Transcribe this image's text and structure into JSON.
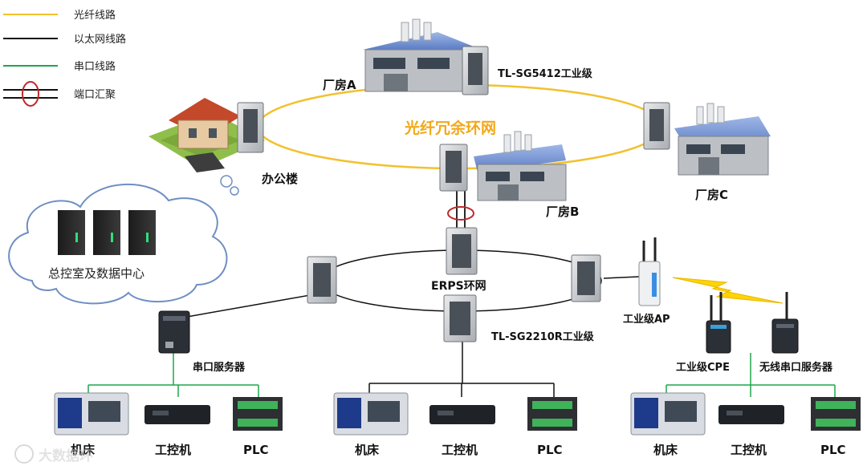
{
  "legend": {
    "fiber": {
      "label": "光纤线路",
      "color": "#f2c12e"
    },
    "ethernet": {
      "label": "以太网线路",
      "color": "#111111"
    },
    "serial": {
      "label": "串口线路",
      "color": "#1fa64a"
    },
    "aggregation": {
      "label": "端口汇聚",
      "color": "#c0282b"
    }
  },
  "fiber_ring": {
    "title": "光纤冗余环网",
    "title_color": "#f2a818"
  },
  "sites": {
    "factory_a": "厂房A",
    "factory_b": "厂房B",
    "factory_c": "厂房C",
    "office": "办公楼",
    "datacenter": "总控室及数据中心"
  },
  "switches": {
    "core_model": "TL-SG5412工业级",
    "ring_model": "TL-SG2210R工业级",
    "erps_label": "ERPS环网"
  },
  "devices": {
    "serial_server": "串口服务器",
    "ap": "工业级AP",
    "cpe": "工业级CPE",
    "wireless_serial": "无线串口服务器"
  },
  "endpoints": {
    "left": [
      "机床",
      "工控机",
      "PLC"
    ],
    "middle": [
      "机床",
      "工控机",
      "PLC"
    ],
    "right": [
      "机床",
      "工控机",
      "PLC"
    ]
  },
  "watermark": "大数据环"
}
